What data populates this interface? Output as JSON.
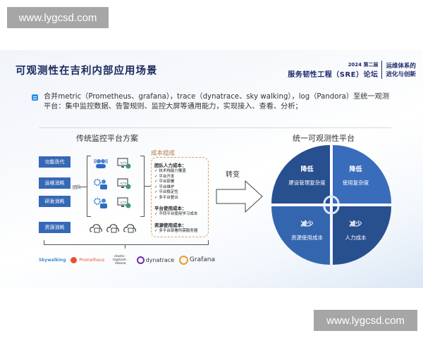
{
  "watermark": {
    "top": "www.lygcsd.com",
    "bottom": "www.lygcsd.com"
  },
  "slide": {
    "title": "可观测性在吉利内部应用场景",
    "brand": {
      "year": "2024 第二届",
      "name": "服务韧性工程（SRE）论坛",
      "tagline_1": "运维体系的",
      "tagline_2": "进化与创新"
    },
    "bullet": "合并metric（Prometheus、grafana），trace（dynatrace、sky walking），log（Pandora）至统一观测平台：集中监控数据、告警规则、监控大屏等通用能力，实现接入、查看、分析；",
    "left": {
      "title": "传统监控平台方案",
      "labels": [
        "功能迭代",
        "运维消耗",
        "研发消耗",
        "资源消耗"
      ],
      "team_label": "团队",
      "cost": {
        "title": "成本组成",
        "groups": [
          {
            "heading": "团队人力成本：",
            "items": [
              "技术栈能力覆盖",
              "平台开发",
              "平台部署",
              "平台维护",
              "平台稳定性",
              "多平台整合"
            ]
          },
          {
            "heading": "平台使用成本：",
            "items": [
              "不同平台使用学习成本"
            ]
          },
          {
            "heading": "资源使用成本：",
            "items": [
              "多平台部署所需服务器"
            ]
          }
        ]
      },
      "logos": [
        "Skywalking",
        "Prometheus",
        "elastic · logstash · kibana",
        "dynatrace",
        "Grafana"
      ]
    },
    "arrow_label": "转变",
    "right": {
      "title": "统一可观测性平台",
      "quadrants": [
        {
          "heading": "降低",
          "text": "建设管理复杂度"
        },
        {
          "heading": "降低",
          "text": "使用复杂度"
        },
        {
          "heading": "减少",
          "text": "资源使用成本"
        },
        {
          "heading": "减少",
          "text": "人力成本"
        }
      ]
    },
    "colors": {
      "label_blue": "#3568b6",
      "quad_dark": "#284f8e",
      "quad_light": "#3a6cbc",
      "cost_border": "#d6a26b",
      "title": "#1b2a5c"
    }
  }
}
